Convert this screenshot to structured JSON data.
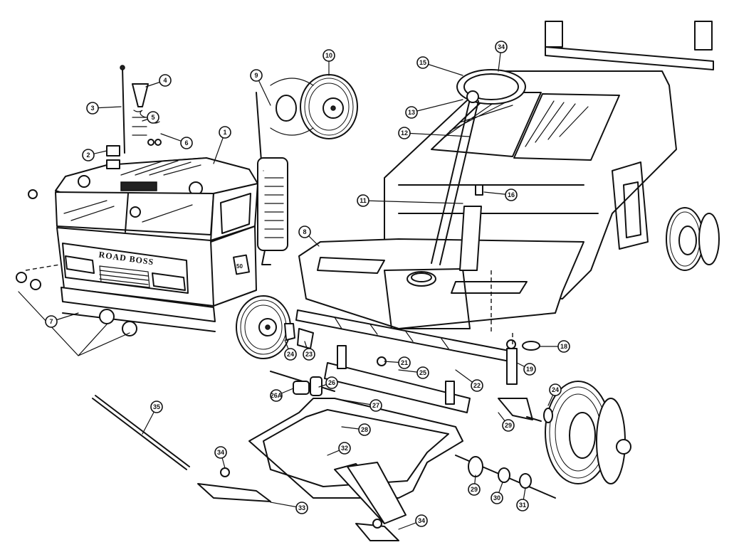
{
  "diagram": {
    "grille_text": "ROAD BOSS",
    "badge_text": "50",
    "callouts": [
      {
        "id": "c3",
        "label": "3"
      },
      {
        "id": "c4",
        "label": "4"
      },
      {
        "id": "c5",
        "label": "5"
      },
      {
        "id": "c6",
        "label": "6"
      },
      {
        "id": "c2",
        "label": "2"
      },
      {
        "id": "c1",
        "label": "1"
      },
      {
        "id": "c7",
        "label": "7"
      },
      {
        "id": "c9",
        "label": "9"
      },
      {
        "id": "c10",
        "label": "10"
      },
      {
        "id": "c8",
        "label": "8"
      },
      {
        "id": "c24a",
        "label": "24"
      },
      {
        "id": "c23",
        "label": "23"
      },
      {
        "id": "c15",
        "label": "15"
      },
      {
        "id": "c34a",
        "label": "34"
      },
      {
        "id": "c13",
        "label": "13"
      },
      {
        "id": "c12",
        "label": "12"
      },
      {
        "id": "c16",
        "label": "16"
      },
      {
        "id": "c11",
        "label": "11"
      },
      {
        "id": "c18",
        "label": "18"
      },
      {
        "id": "c19",
        "label": "19"
      },
      {
        "id": "c21",
        "label": "21"
      },
      {
        "id": "c22",
        "label": "22"
      },
      {
        "id": "c25",
        "label": "25"
      },
      {
        "id": "c26",
        "label": "26"
      },
      {
        "id": "c26a",
        "label": "26A"
      },
      {
        "id": "c27",
        "label": "27"
      },
      {
        "id": "c28",
        "label": "28"
      },
      {
        "id": "c29a",
        "label": "29"
      },
      {
        "id": "c24b",
        "label": "24"
      },
      {
        "id": "c35",
        "label": "35"
      },
      {
        "id": "c32",
        "label": "32"
      },
      {
        "id": "c34b",
        "label": "34"
      },
      {
        "id": "c33",
        "label": "33"
      },
      {
        "id": "c34c",
        "label": "34"
      },
      {
        "id": "c29b",
        "label": "29"
      },
      {
        "id": "c30",
        "label": "30"
      },
      {
        "id": "c31",
        "label": "31"
      }
    ]
  }
}
